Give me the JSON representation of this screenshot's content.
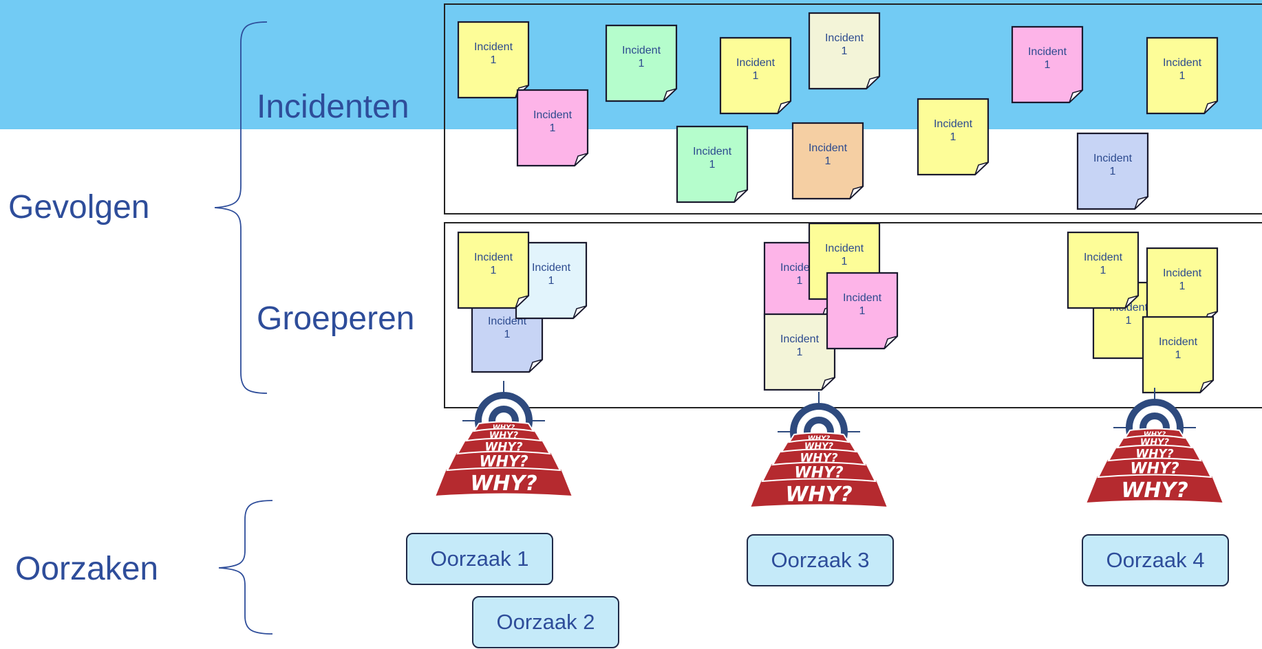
{
  "labels": {
    "incidenten": "Incidenten",
    "groeperen": "Groeperen",
    "gevolgen": "Gevolgen",
    "oorzaken": "Oorzaken"
  },
  "why_text": "WHY?",
  "incident_notes": [
    {
      "text": "Incident\n1",
      "color": "#fdfd98"
    },
    {
      "text": "Incident\n1",
      "color": "#b5fdcc"
    },
    {
      "text": "Incident\n1",
      "color": "#fdfd98"
    },
    {
      "text": "Incident\n1",
      "color": "#f3f4d8"
    },
    {
      "text": "Incident\n1",
      "color": "#fdb4e8"
    },
    {
      "text": "Incident\n1",
      "color": "#fdfd98"
    },
    {
      "text": "Incident\n1",
      "color": "#fdb4e8"
    },
    {
      "text": "Incident\n1",
      "color": "#b5fdcc"
    },
    {
      "text": "Incident\n1",
      "color": "#f5cfa3"
    },
    {
      "text": "Incident\n1",
      "color": "#fdfd98"
    },
    {
      "text": "Incident\n1",
      "color": "#c7d4f5"
    }
  ],
  "group_notes": [
    {
      "text": "Incident\n1",
      "color": "#c7d4f5"
    },
    {
      "text": "Incident\n1",
      "color": "#e2f4fc"
    },
    {
      "text": "Incident\n1",
      "color": "#fdfd98"
    },
    {
      "text": "Incident\n1",
      "color": "#fdb4e8"
    },
    {
      "text": "Incident\n1",
      "color": "#f3f4d8"
    },
    {
      "text": "Incident\n1",
      "color": "#fdfd98"
    },
    {
      "text": "Incident\n1",
      "color": "#fdb4e8"
    },
    {
      "text": "Incident\n1",
      "color": "#fdfd98"
    },
    {
      "text": "Incident\n1",
      "color": "#fdfd98"
    },
    {
      "text": "Incident\n1",
      "color": "#fdfd98"
    },
    {
      "text": "Incident\n1",
      "color": "#fdfd98"
    }
  ],
  "causes": [
    "Oorzaak 1",
    "Oorzaak 2",
    "Oorzaak 3",
    "Oorzaak 4"
  ],
  "colors": {
    "banner": "#72cbf4",
    "label_text": "#2e4d9a",
    "pyramid": "#b52a2f",
    "target": "#2e4a7e",
    "cause_fill": "#c5eaf9"
  }
}
